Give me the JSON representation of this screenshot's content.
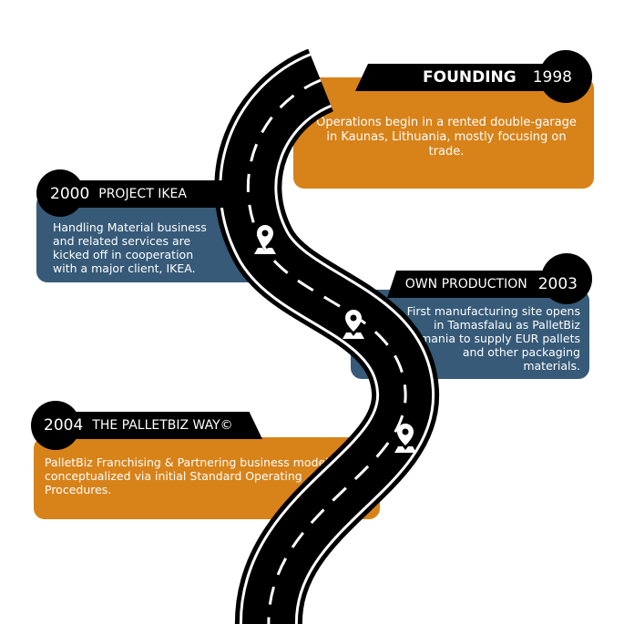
{
  "milestones": [
    {
      "year": "1998",
      "title": "FOUNDING",
      "text": "Operations begin in a rented double-garage in Kaunas, Lithuania, mostly focusing on trade.",
      "color": "#D8821A"
    },
    {
      "year": "2000",
      "title": "PROJECT IKEA",
      "text": "Handling Material business and related services are kicked off in cooperation with a major client, IKEA.",
      "color": "#365A78"
    },
    {
      "year": "2003",
      "title": "OWN PRODUCTION",
      "text": "First manufacturing site opens in Tamasfalau as PalletBiz Romania to supply EUR pallets and other packaging materials.",
      "color": "#365A78"
    },
    {
      "year": "2004",
      "title": "THE PALLETBIZ WAY©",
      "text": "PalletBiz Franchising & Partnering business model is conceptualized via initial Standard Operating Procedures.",
      "color": "#D8821A"
    }
  ],
  "icons": [
    "map-pin-icon"
  ]
}
